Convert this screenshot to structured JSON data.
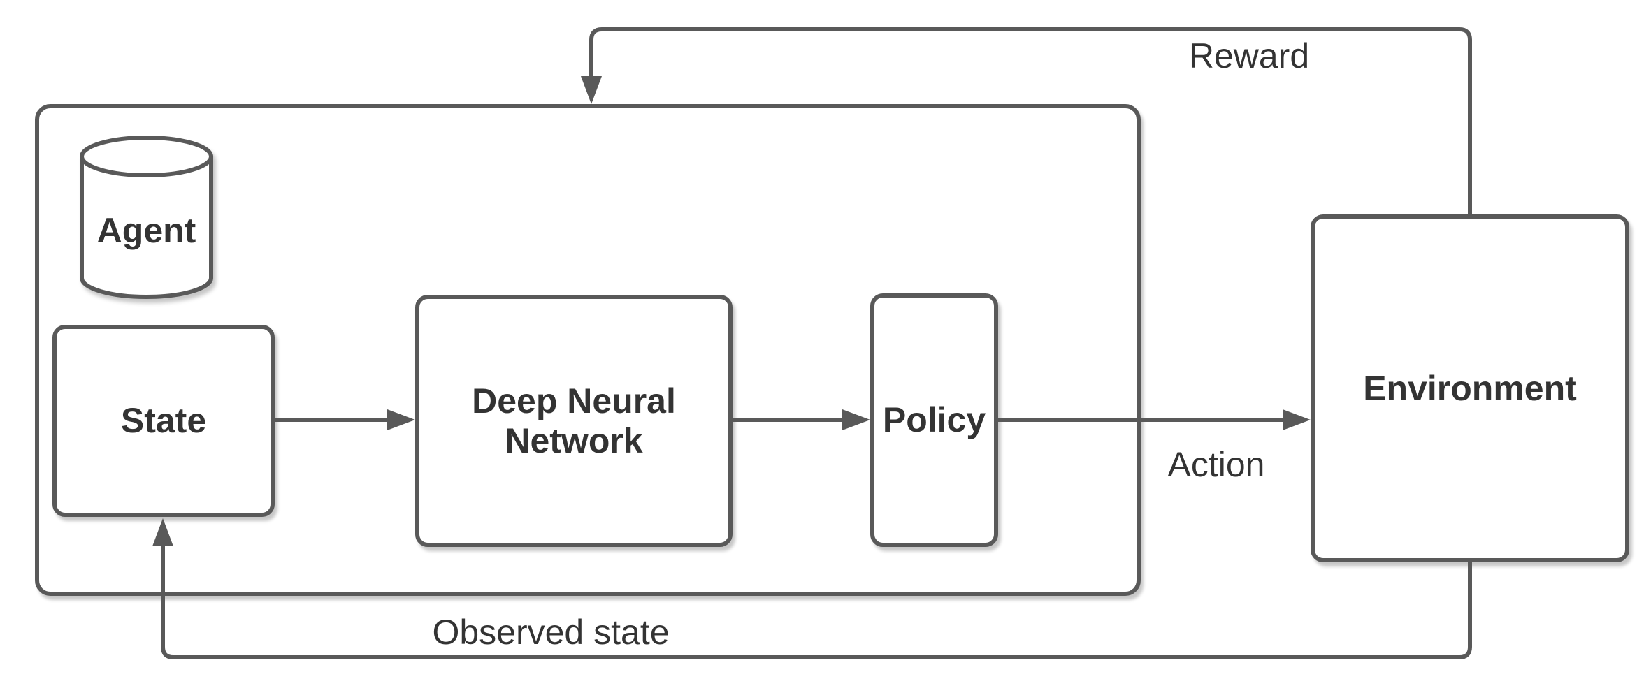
{
  "canvas": {
    "background": "#ffffff"
  },
  "colors": {
    "stroke": "#595959",
    "text": "#333333",
    "node_fill": "#ffffff"
  },
  "nodes": {
    "agent": {
      "label": "Agent",
      "shape": "cylinder"
    },
    "state": {
      "label": "State",
      "shape": "rounded-rectangle"
    },
    "dnn": {
      "label": "Deep Neural Network",
      "shape": "rounded-rectangle"
    },
    "policy": {
      "label": "Policy",
      "shape": "rounded-rectangle"
    },
    "environment": {
      "label": "Environment",
      "shape": "rounded-rectangle"
    }
  },
  "edges": {
    "state_to_dnn": {
      "label": "",
      "from": "State",
      "to": "Deep Neural Network"
    },
    "dnn_to_policy": {
      "label": "",
      "from": "Deep Neural Network",
      "to": "Policy"
    },
    "policy_to_environment": {
      "label": "Action",
      "from": "Policy",
      "to": "Environment"
    },
    "environment_to_agent": {
      "label": "Reward",
      "from": "Environment",
      "to": "Agent"
    },
    "environment_to_state": {
      "label": "Observed state",
      "from": "Environment",
      "to": "State"
    }
  }
}
